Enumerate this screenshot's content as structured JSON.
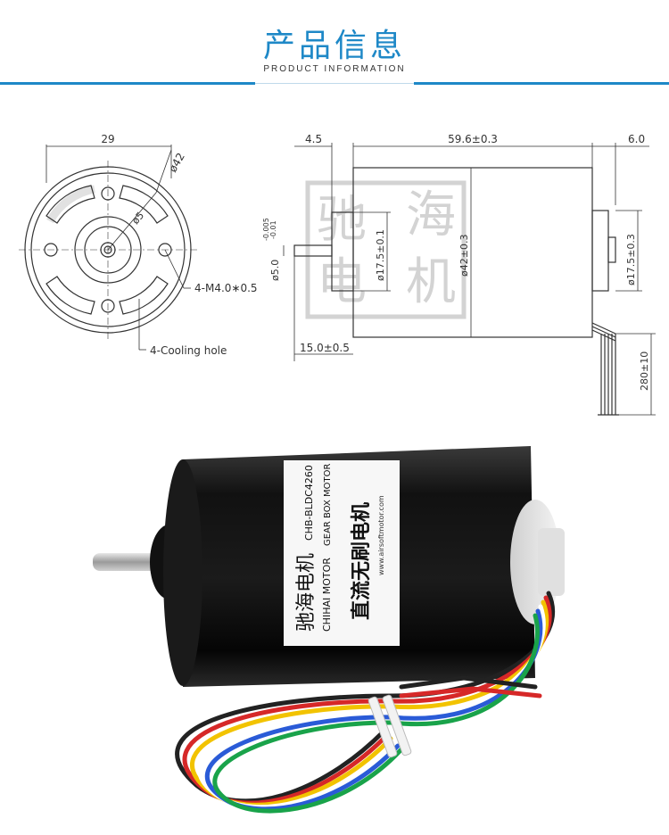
{
  "header": {
    "title_cn": "产品信息",
    "title_en": "PRODUCT INFORMATION"
  },
  "drawing": {
    "front": {
      "dim_width": "29",
      "dim_outer": "ø42",
      "dim_shaft": "ø5",
      "mount_holes": "4-M4.0∗0.5",
      "cooling_holes": "4-Cooling hole"
    },
    "side": {
      "flange": "4.5",
      "body_length": "59.6±0.3",
      "rear": "6.0",
      "shaft_tol_upper": "-0.005",
      "shaft_tol_lower": "-0.01",
      "shaft_dia": "ø5.0",
      "boss_dia": "ø17.5±0.1",
      "body_dia": "ø42±0.3",
      "rear_boss_dia": "ø17.5±0.3",
      "shaft_length": "15.0±0.5",
      "lead_length": "280±10"
    },
    "watermark": [
      "驰",
      "海",
      "电",
      "机"
    ]
  },
  "photo": {
    "label_brand": "驰海电机",
    "label_model": "CHB-BLDC4260",
    "label_en1": "CHIHAI MOTOR",
    "label_en2": "GEAR BOX MOTOR",
    "label_type": "直流无刷电机",
    "label_url": "www.airsoftmotor.com",
    "wire_colors": [
      "#222222",
      "#d62828",
      "#f2c300",
      "#ffffff",
      "#2a5bd7",
      "#19a34a"
    ]
  },
  "colors": {
    "accent": "#1e88c7",
    "line": "#333333"
  }
}
